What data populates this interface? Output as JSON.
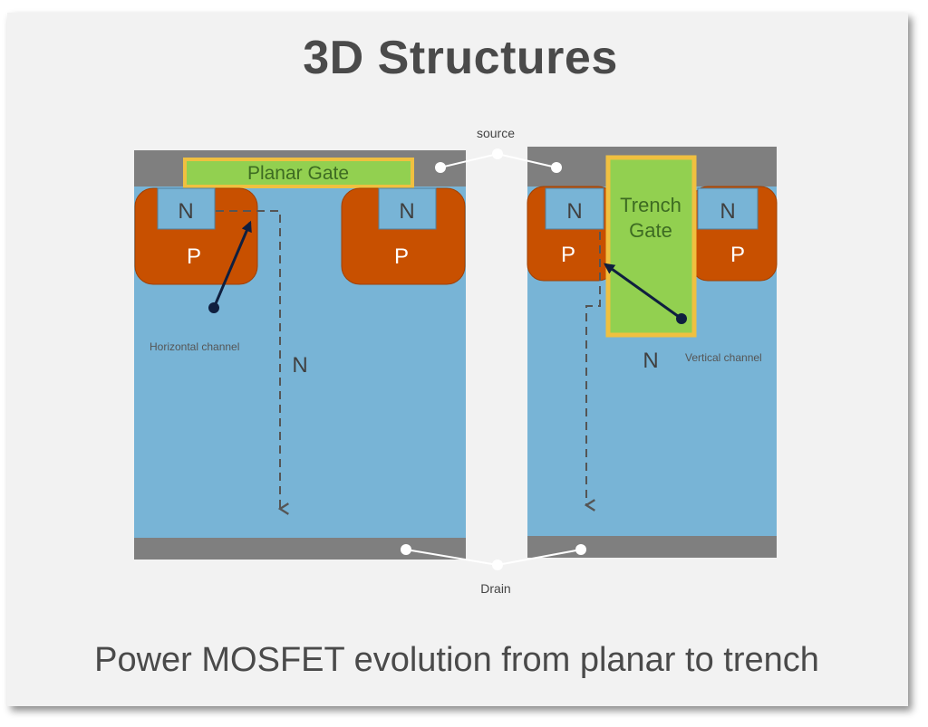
{
  "title": "3D Structures",
  "caption": "Power MOSFET evolution from planar to trench",
  "labels": {
    "source": "source",
    "drain": "Drain",
    "planar_gate": "Planar Gate",
    "trench_gate_line1": "Trench",
    "trench_gate_line2": "Gate",
    "n": "N",
    "p": "P",
    "horizontal_channel": "Horizontal channel",
    "vertical_channel": "Vertical channel"
  },
  "colors": {
    "n_region": "#78b4d6",
    "p_region": "#c85000",
    "metal": "#7f7f7f",
    "gate_fill": "#92d050",
    "gate_border": "#f0c040",
    "arrow": "#0f1f3f"
  }
}
